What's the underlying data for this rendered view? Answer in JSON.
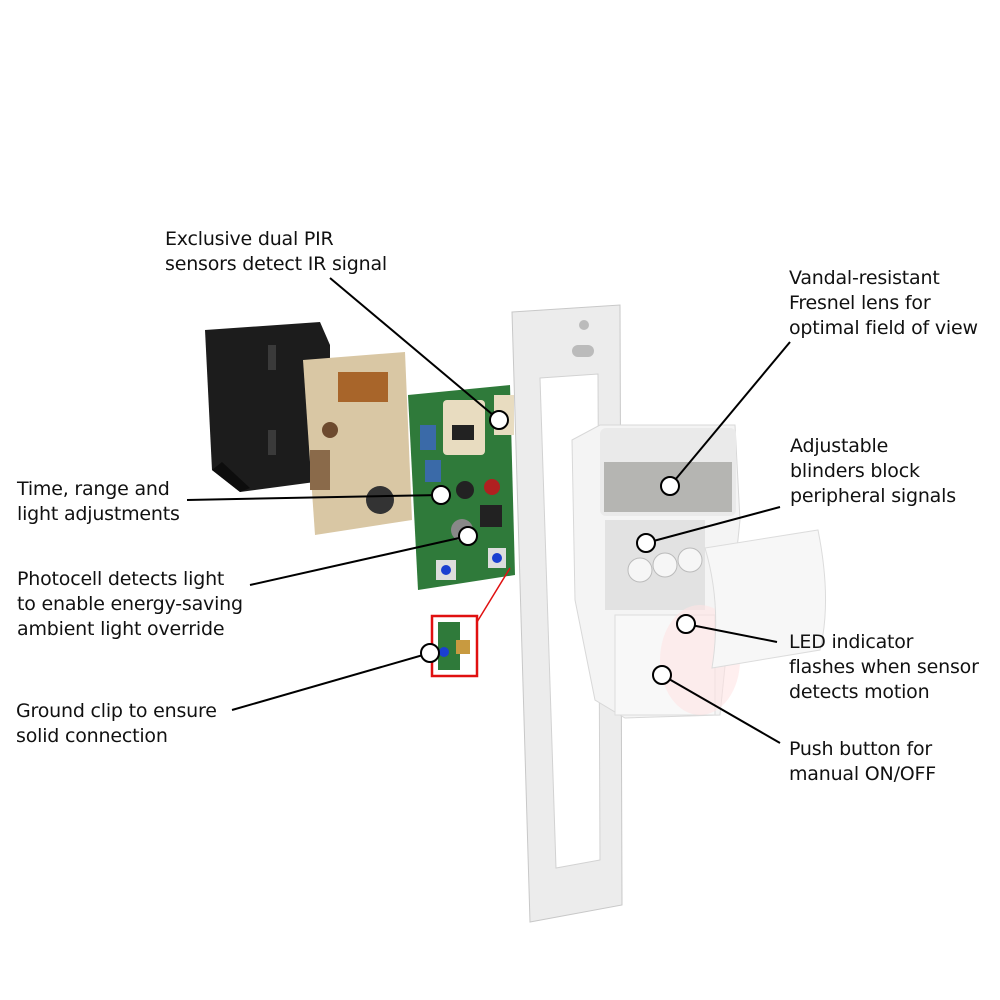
{
  "callouts": {
    "pir": {
      "lines": [
        "Exclusive dual PIR",
        "sensors detect IR signal"
      ]
    },
    "lens": {
      "lines": [
        "Vandal-resistant",
        "Fresnel lens for",
        "optimal field of view"
      ]
    },
    "blinders": {
      "lines": [
        "Adjustable",
        "blinders block",
        "peripheral signals"
      ]
    },
    "adjust": {
      "lines": [
        "Time, range and",
        "light adjustments"
      ]
    },
    "photocell": {
      "lines": [
        "Photocell detects light",
        "to enable energy-saving",
        "ambient light override"
      ]
    },
    "ground": {
      "lines": [
        "Ground clip to ensure",
        "solid connection"
      ]
    },
    "led": {
      "lines": [
        "LED indicator",
        "flashes when sensor",
        "detects motion"
      ]
    },
    "button": {
      "lines": [
        "Push button for",
        "manual ON/OFF"
      ]
    }
  },
  "colors": {
    "housing": "#1c1c1c",
    "pcb_green": "#2f7a3a",
    "pcb_beige": "#d9c7a4",
    "plate": "#ededed",
    "highlight": "#e01010",
    "lens": "#b5b5b2"
  }
}
